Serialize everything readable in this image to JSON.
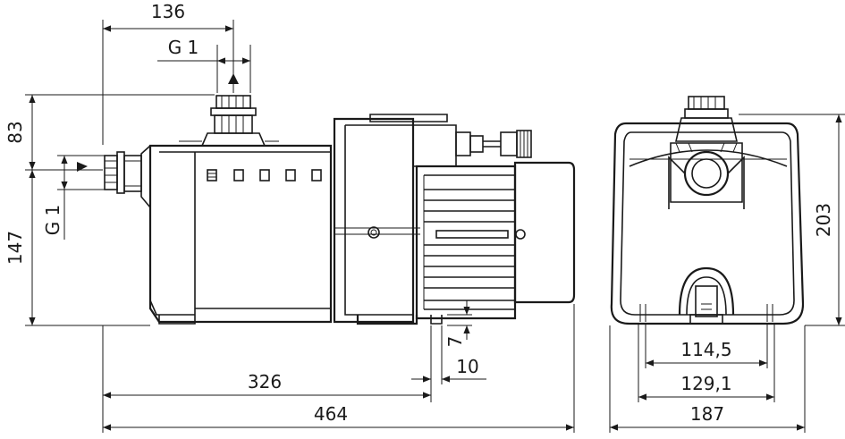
{
  "drawing": {
    "side_view": {
      "dimensions": {
        "outlet_offset": "136",
        "outlet_thread": "G 1",
        "outlet_height": "83",
        "inlet_thread": "G 1",
        "inlet_height": "147",
        "base_height": "7",
        "foot_width": "10",
        "foot_distance": "326",
        "total_length": "464"
      }
    },
    "end_view": {
      "dimensions": {
        "total_height": "203",
        "hole_spacing_inner": "114,5",
        "hole_spacing_outer": "129,1",
        "total_width": "187"
      }
    }
  }
}
